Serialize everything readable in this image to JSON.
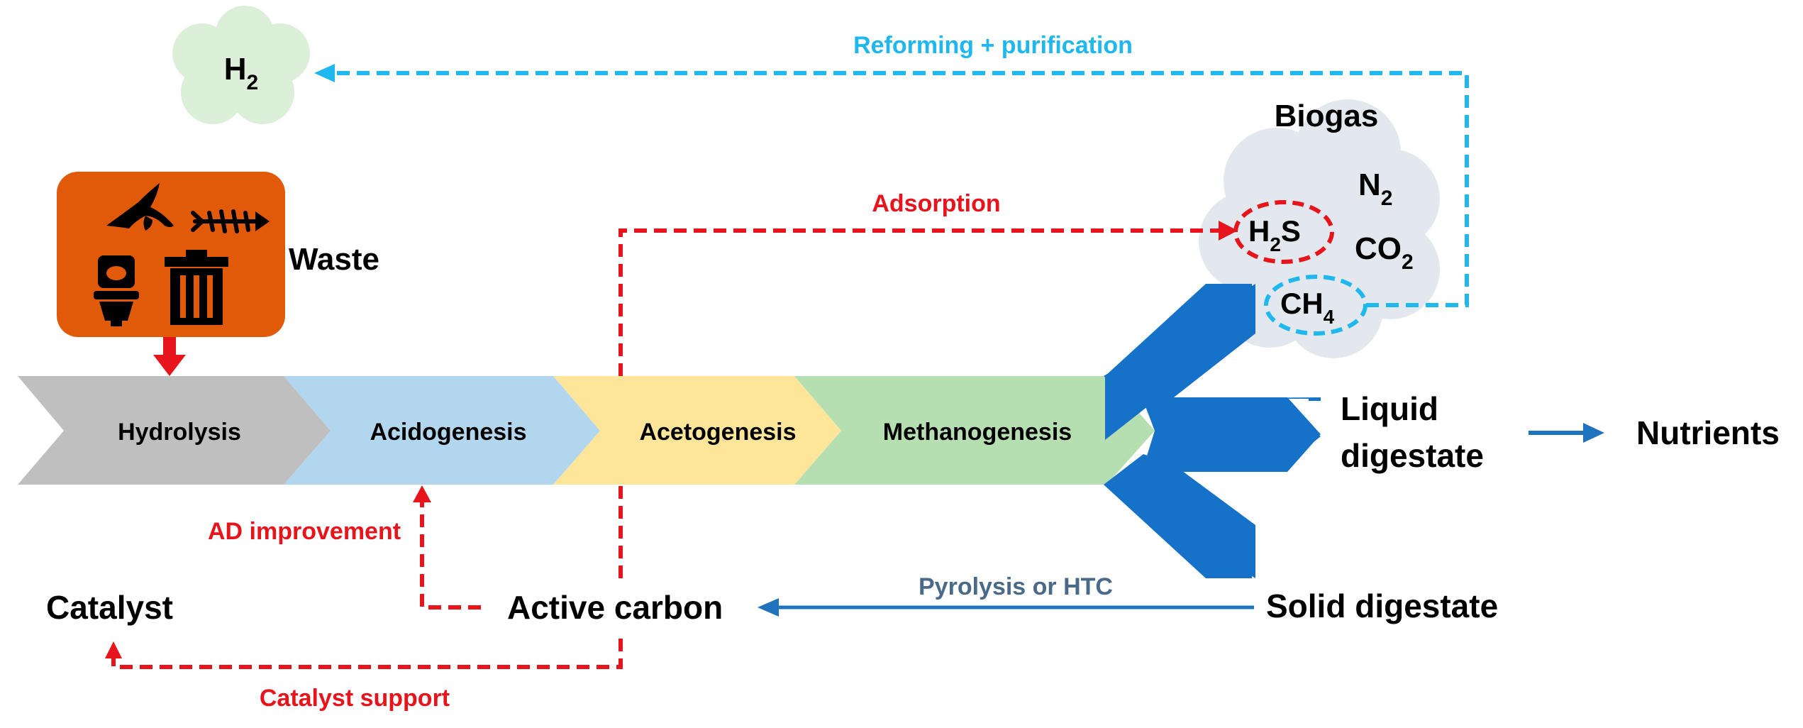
{
  "colors": {
    "red": "#e8141c",
    "cyan": "#1eb8ef",
    "blue": "#1e73be",
    "steel": "#4a6a8a",
    "waste_box": "#e05a0a",
    "hydrolysis": "#bfbfbf",
    "acidogenesis": "#b3d6ef",
    "acetogenesis": "#fde59a",
    "methanogenesis": "#b5dfb1",
    "h2_cloud": "#dcefd9",
    "biogas_cloud": "#e3e8ee"
  },
  "stages": [
    {
      "label": "Hydrolysis"
    },
    {
      "label": "Acidogenesis"
    },
    {
      "label": "Acetogenesis"
    },
    {
      "label": "Methanogenesis"
    }
  ],
  "waste": {
    "label": "Waste",
    "icons": [
      "banana-peel-icon",
      "fish-bone-icon",
      "toilet-icon",
      "trash-bin-icon"
    ]
  },
  "hydrogen": {
    "base": "H",
    "sub": "2"
  },
  "biogas": {
    "title": "Biogas",
    "n2": {
      "base": "N",
      "sub": "2"
    },
    "h2s": {
      "pre": "H",
      "sub": "2",
      "post": "S"
    },
    "co2": {
      "base": "CO",
      "sub": "2"
    },
    "ch4": {
      "base": "CH",
      "sub": "4"
    }
  },
  "labels": {
    "reforming": "Reforming + purification",
    "adsorption": "Adsorption",
    "liquid_digestate_1": "Liquid",
    "liquid_digestate_2": "digestate",
    "nutrients": "Nutrients",
    "ad_improvement": "AD improvement",
    "catalyst": "Catalyst",
    "active_carbon": "Active carbon",
    "pyrolysis": "Pyrolysis or HTC",
    "solid_digestate": "Solid digestate",
    "catalyst_support": "Catalyst support"
  }
}
